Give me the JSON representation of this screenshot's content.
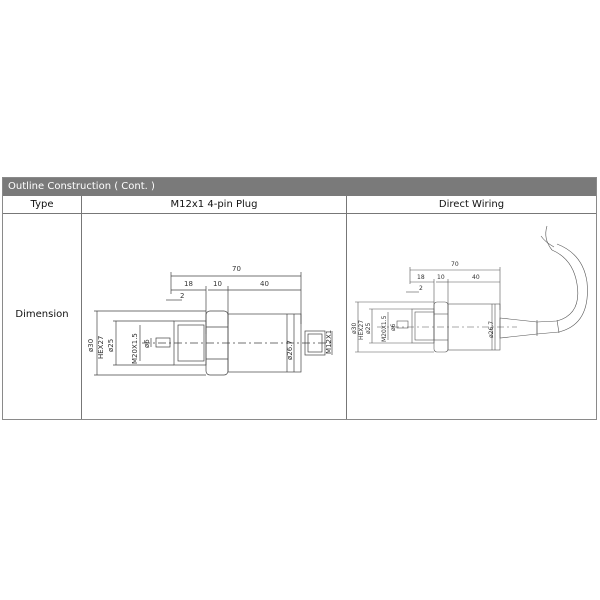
{
  "table": {
    "title": "Outline Construction ( Cont. )",
    "headers": {
      "type": "Type",
      "col1": "M12x1 4-pin Plug",
      "col2": "Direct Wiring"
    },
    "rows": [
      {
        "label": "Dimension"
      }
    ]
  },
  "drawing_plug": {
    "total_length": "70",
    "thread_length": "18",
    "hex_length": "10",
    "body_length": "40",
    "gap": "2",
    "dia_outer": "ø30",
    "hex": "HEX27",
    "dia_25": "ø25",
    "thread": "M20X1.5",
    "dia_6": "ø6",
    "dia_body": "ø26.7",
    "connector": "M12X1"
  },
  "drawing_wired": {
    "total_length": "70",
    "thread_length": "18",
    "hex_length": "10",
    "body_length": "40",
    "gap": "2",
    "dia_outer": "ø30",
    "hex": "HEX27",
    "dia_25": "ø25",
    "thread": "M20X1.5",
    "dia_6": "ø6",
    "dia_body": "ø26.7"
  }
}
